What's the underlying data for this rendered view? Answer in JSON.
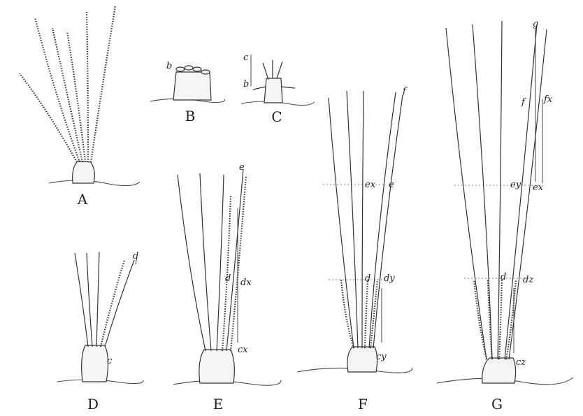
{
  "panels": [
    {
      "id": "A",
      "caption": "A",
      "labels": []
    },
    {
      "id": "B",
      "caption": "B",
      "labels": [
        "b"
      ]
    },
    {
      "id": "C",
      "caption": "C",
      "labels": [
        "c",
        "b"
      ]
    },
    {
      "id": "D",
      "caption": "D",
      "labels": [
        "d",
        "c"
      ]
    },
    {
      "id": "E",
      "caption": "E",
      "labels": [
        "e",
        "d",
        "dx",
        "cx"
      ]
    },
    {
      "id": "F",
      "caption": "F",
      "labels": [
        "f",
        "ex",
        "e",
        "d",
        "dy",
        "cy"
      ]
    },
    {
      "id": "G",
      "caption": "G",
      "labels": [
        "g",
        "f",
        "fx",
        "ey",
        "ex",
        "d",
        "dz",
        "cz"
      ]
    }
  ],
  "style": {
    "ink": "#333333",
    "paper": "#ffffff"
  }
}
